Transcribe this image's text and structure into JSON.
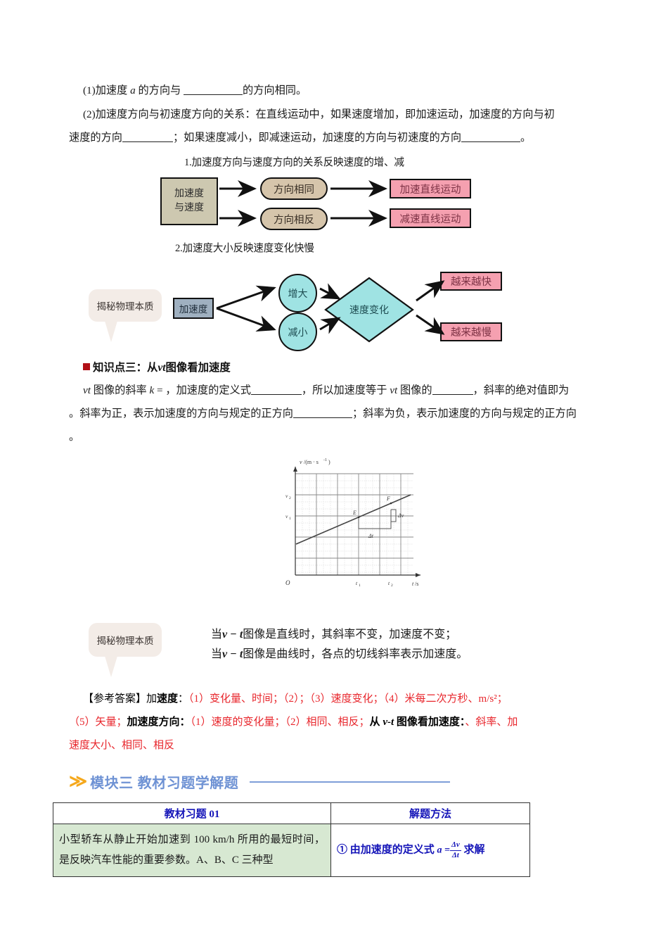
{
  "paragraphs": [
    {
      "id": "p1",
      "segments": [
        {
          "t": "(1)加速度",
          "s": "n"
        },
        {
          "t": "a",
          "s": "i"
        },
        {
          "t": "的方向与 ",
          "s": "n"
        },
        {
          "t": "",
          "s": "blank-l"
        },
        {
          "t": "的方向相同。",
          "s": "n"
        }
      ]
    },
    {
      "id": "p2",
      "segments": [
        {
          "t": "(2)加速度方向与初速度方向的关系：在直线运动中，如果速度增加，即加速运动，加速度的方向与初速度的方向",
          "s": "n"
        },
        {
          "t": "",
          "s": "blank-m"
        },
        {
          "t": "；如果速度减小，即减速运动，加速度的方向与初速度的方向",
          "s": "n"
        },
        {
          "t": "",
          "s": "blank-l"
        },
        {
          "t": "。",
          "s": "n"
        }
      ]
    }
  ],
  "diagram1": {
    "caption": "1.加速度方向与速度方向的关系反映速度的增、减",
    "source": {
      "line1": "加速度",
      "line2": "与速度"
    },
    "middle": [
      "方向相同",
      "方向相反"
    ],
    "results": [
      "加速直线运动",
      "减速直线运动"
    ],
    "colors": {
      "source_fill": "#cdc8b0",
      "pill_fill": "#d6c5ab",
      "result_fill": "#f5a0b0"
    }
  },
  "diagram2": {
    "caption": "2.加速度大小反映速度变化快慢",
    "callout": "揭秘物理本质",
    "source": "加速度",
    "branches": [
      "增大",
      "减小"
    ],
    "diamond": "速度变化",
    "results": [
      "越来越快",
      "越来越慢"
    ],
    "colors": {
      "source_fill": "#9fb0c0",
      "circle_fill": "#9fe3e3",
      "diamond_fill": "#9fe3e3",
      "result_fill": "#f5a0b0",
      "callout_fill": "#f3ece7"
    }
  },
  "knowledge_point": {
    "heading_prefix": "知识点三：从",
    "heading_italic": "vt",
    "heading_suffix": "图像看加速度",
    "marker_color": "#b11016",
    "body": [
      {
        "segments": [
          {
            "t": "vt",
            "s": "i"
          },
          {
            "t": " 图像的斜率 ",
            "s": "n"
          },
          {
            "t": "k",
            "s": "i"
          },
          {
            "t": " = ，加速度的定义式",
            "s": "n"
          },
          {
            "t": "",
            "s": "blank-m"
          },
          {
            "t": "，所以加速度等于 ",
            "s": "n"
          },
          {
            "t": "vt",
            "s": "i"
          },
          {
            "t": " 图像的",
            "s": "n"
          },
          {
            "t": "",
            "s": "blank-s"
          },
          {
            "t": "，斜率的绝对值即为",
            "s": "n"
          }
        ]
      },
      {
        "segments": [
          {
            "t": "。斜率为正，表示加速度的方向与规定的正方向",
            "s": "n"
          },
          {
            "t": "",
            "s": "blank-l"
          },
          {
            "t": "；斜率为负，表示加速度的方向与规定的正方向",
            "s": "n"
          }
        ]
      },
      {
        "segments": [
          {
            "t": "。",
            "s": "n"
          }
        ]
      }
    ]
  },
  "chart_data": {
    "type": "line",
    "title": "",
    "ylabel": "v/(m · s⁻¹)",
    "xlabel": "t/s",
    "origin_label": "O",
    "y_ticks": [
      "v₂",
      "v₁"
    ],
    "x_ticks": [
      "t₁",
      "t₂"
    ],
    "points": [
      {
        "label": "E",
        "x": 6,
        "y": 5
      },
      {
        "label": "F",
        "x": 9,
        "y": 6.5
      }
    ],
    "annotations": [
      "Δv",
      "Δt"
    ],
    "series": [
      {
        "name": "v-t",
        "x": [
          0,
          11
        ],
        "y": [
          1.6,
          7.2
        ]
      }
    ],
    "grid": true,
    "xlim": [
      0,
      11
    ],
    "ylim": [
      0,
      10
    ]
  },
  "physics_note": {
    "callout": "揭秘物理本质",
    "lines": [
      {
        "pre": "当",
        "sym": "v − t",
        "post": "图像是直线时，其斜率不变，加速度不变；"
      },
      {
        "pre": "当",
        "sym": "v − t",
        "post": "图像是曲线时，各点的切线斜率表示加速度。"
      }
    ]
  },
  "answers": {
    "color": "#e8262c",
    "line1": [
      {
        "t": "【参考答案】加",
        "s": "blk"
      },
      {
        "t": "速度",
        "s": "blkb"
      },
      {
        "t": "：",
        "s": "blk"
      },
      {
        "t": "（1）变化量、时间；（2）；（3）速度变化；（4）米每二次方秒、m/s²；",
        "s": "r"
      }
    ],
    "line2": [
      {
        "t": "（5）矢量；",
        "s": "r"
      },
      {
        "t": "加速度方向：",
        "s": "blkb"
      },
      {
        "t": "（1）速度的变化量；（2）相同、相反；",
        "s": "r"
      },
      {
        "t": "从",
        "s": "blkb"
      },
      {
        "t": "v-t",
        "s": "blkbi"
      },
      {
        "t": "图像看加速度：",
        "s": "blkb"
      },
      {
        "t": "、斜率、加",
        "s": "r"
      }
    ],
    "line3": [
      {
        "t": "速度大小、相同、相反",
        "s": "r"
      }
    ]
  },
  "module": {
    "chevron": "≫",
    "title": "模块三 教材习题学解题",
    "title_color": "#6e92d4",
    "chevron_color": "#f5a81c",
    "rule_color": "#7e9ed8"
  },
  "table": {
    "headers": [
      "教材习题 01",
      "解题方法"
    ],
    "question": "小型轿车从静止开始加速到 100 km/h 所用的最短时间，是反映汽车性能的重要参数。A、B、C 三种型",
    "method": {
      "prefix": "① 由加速度的定义式",
      "formula_var": "a =",
      "numerator": "Δv",
      "denominator": "Δt",
      "suffix": "求解"
    },
    "cell_fill": "#d7e8d2",
    "header_color": "#1414b8"
  }
}
